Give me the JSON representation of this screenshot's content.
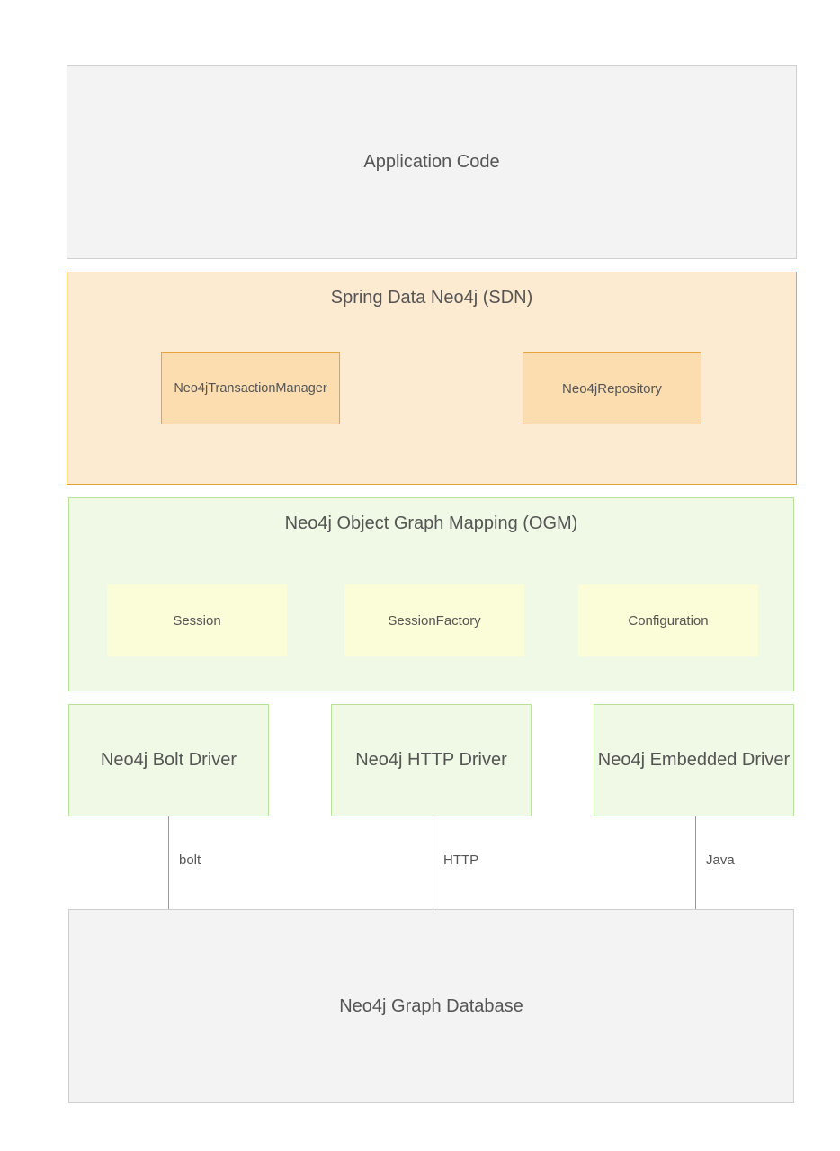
{
  "layers": {
    "application": {
      "label": "Application Code"
    },
    "sdn": {
      "title": "Spring Data Neo4j (SDN)",
      "components": [
        "Neo4jTransactionManager",
        "Neo4jRepository"
      ]
    },
    "ogm": {
      "title": "Neo4j Object Graph Mapping (OGM)",
      "components": [
        "Session",
        "SessionFactory",
        "Configuration"
      ]
    },
    "drivers": [
      {
        "label": "Neo4j Bolt Driver",
        "protocol": "bolt"
      },
      {
        "label": "Neo4j HTTP Driver",
        "protocol": "HTTP"
      },
      {
        "label": "Neo4j Embedded Driver",
        "protocol": "Java"
      }
    ],
    "database": {
      "label": "Neo4j Graph Database"
    }
  },
  "colors": {
    "gray_fill": "#f3f3f3",
    "orange_fill": "#fdebd1",
    "orange_border": "#e8a33c",
    "green_fill": "#eff9e6",
    "green_border": "#b8e29a",
    "yellow_fill": "#fbfdd8"
  }
}
